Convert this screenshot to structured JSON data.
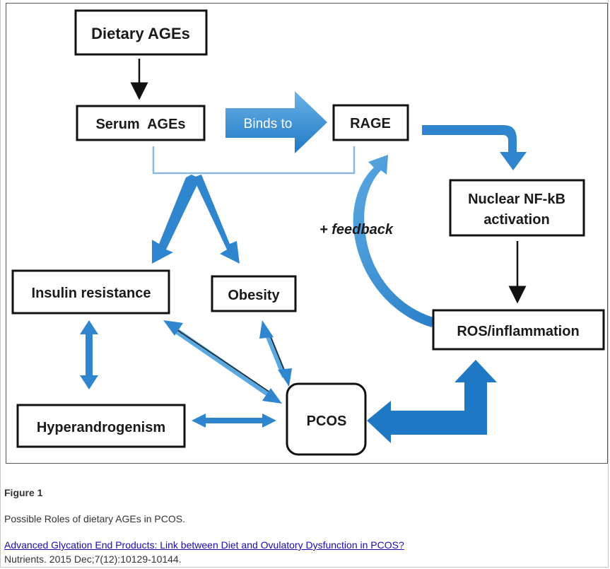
{
  "figure": {
    "nodes": {
      "dietary_ages": "Dietary AGEs",
      "serum_ages": "Serum  AGEs",
      "rage": "RAGE",
      "nuclear_line1": "Nuclear NF-kB",
      "nuclear_line2": "activation",
      "insulin_resistance": "Insulin resistance",
      "obesity": "Obesity",
      "ros_inflammation": "ROS/inflammation",
      "hyperandrogenism": "Hyperandrogenism",
      "pcos": "PCOS"
    },
    "edge_labels": {
      "binds_to": "Binds to",
      "feedback": "+ feedback"
    },
    "colors": {
      "arrow_blue": "#2f86cf",
      "arrow_light": "#5aa8e0",
      "box_border": "#111111",
      "connector_blue": "#8ab8df"
    }
  },
  "caption": {
    "title": "Figure 1",
    "text": "Possible Roles of dietary AGEs in PCOS.",
    "link_text": "Advanced Glycation End Products: Link between Diet and Ovulatory Dysfunction in PCOS?",
    "source": "Nutrients. 2015 Dec;7(12):10129-10144."
  }
}
